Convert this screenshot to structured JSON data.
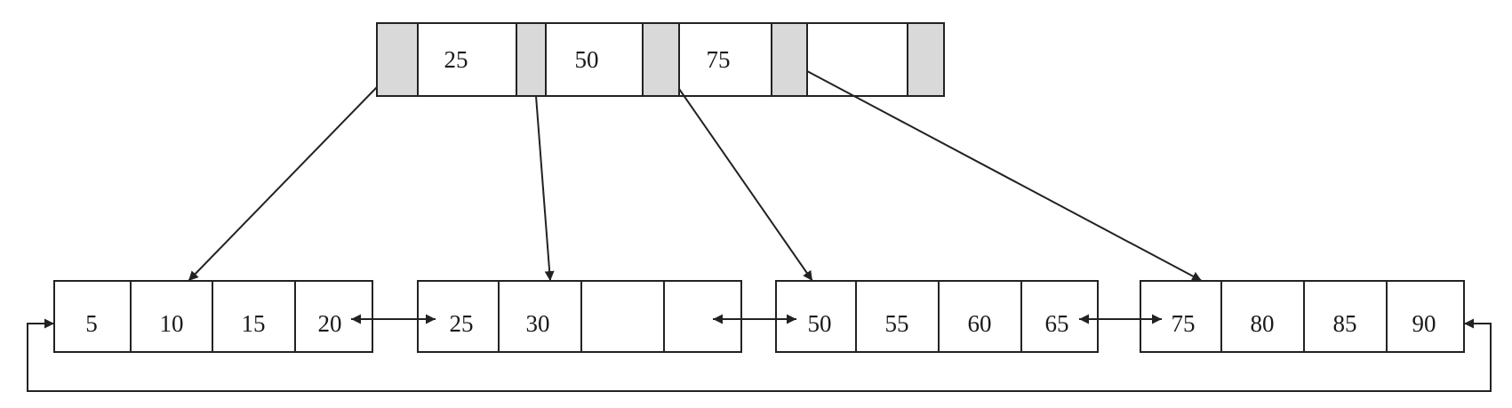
{
  "root_node": {
    "keys": [
      "25",
      "50",
      "75",
      ""
    ]
  },
  "leaf_nodes": [
    {
      "keys": [
        "5",
        "10",
        "15",
        "20"
      ]
    },
    {
      "keys": [
        "25",
        "30",
        "",
        ""
      ]
    },
    {
      "keys": [
        "50",
        "55",
        "60",
        "65"
      ]
    },
    {
      "keys": [
        "75",
        "80",
        "85",
        "90"
      ]
    }
  ],
  "colors": {
    "pointer_cell": "#d9d9d9",
    "line": "#222222"
  }
}
